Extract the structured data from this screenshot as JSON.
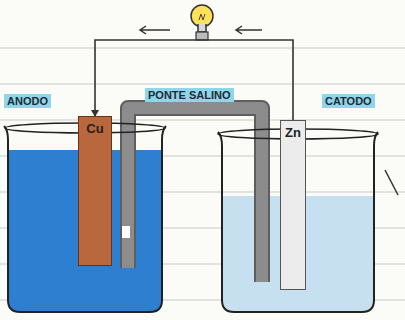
{
  "diagram": {
    "nodes": [
      {
        "text": [
          "Cu"
        ]
      },
      {
        "text": [
          "Zn"
        ]
      }
    ],
    "edges": [
      {
        "from": 1,
        "to": 0,
        "arrow": "to"
      }
    ],
    "labels": [
      "ANODO",
      "PONTE SALINO",
      "CATODO"
    ]
  }
}
